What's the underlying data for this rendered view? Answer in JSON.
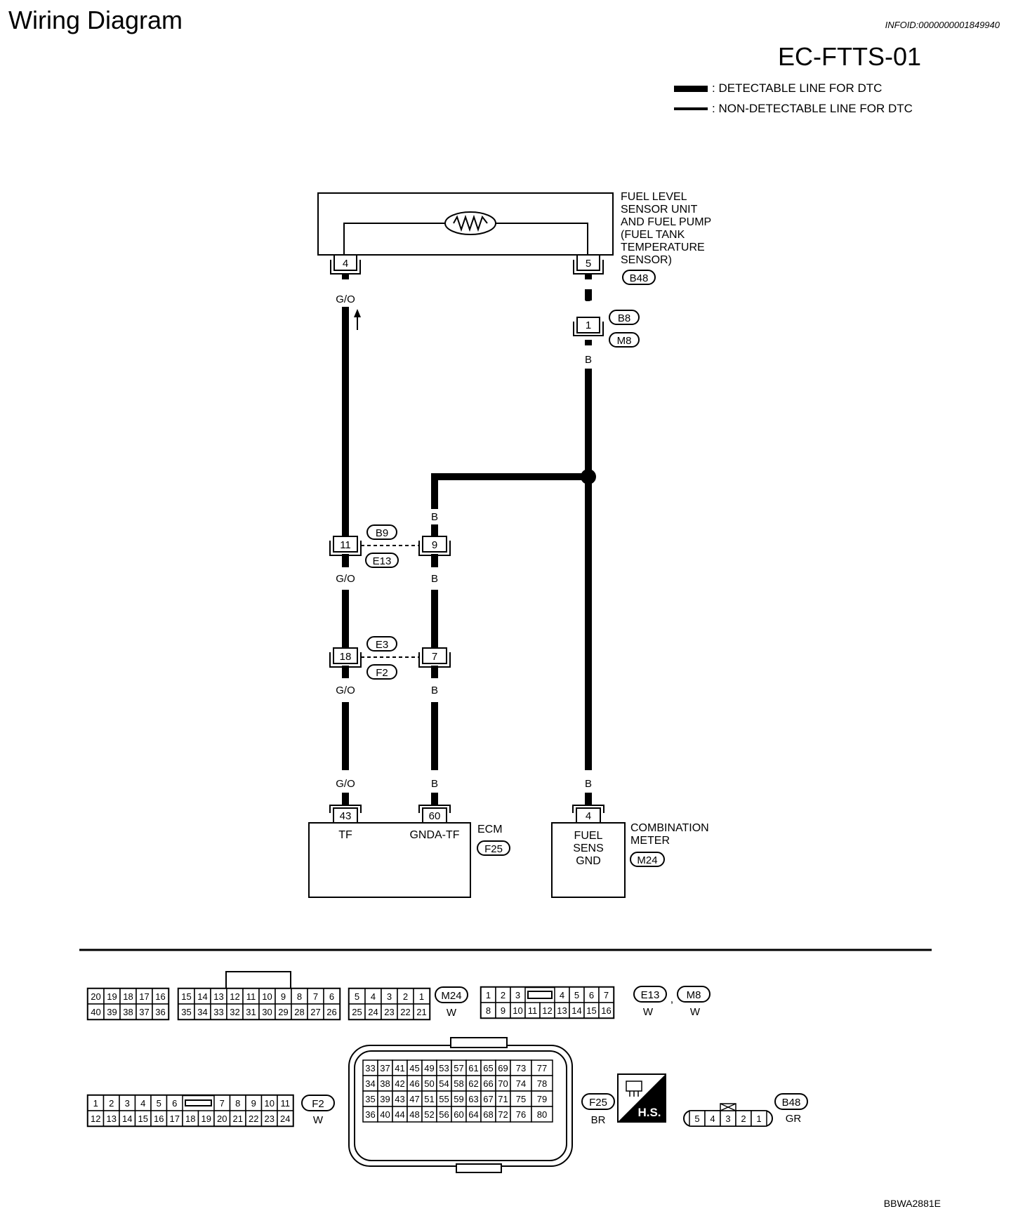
{
  "header": {
    "title": "Wiring Diagram",
    "info_id": "INFOID:0000000001849940",
    "diagram_code": "EC-FTTS-01"
  },
  "legend": {
    "detectable": ": DETECTABLE LINE FOR DTC",
    "non_detectable": ": NON-DETECTABLE LINE FOR DTC"
  },
  "components": {
    "fuel_sensor": {
      "label_lines": [
        "FUEL LEVEL",
        "SENSOR UNIT",
        "AND FUEL PUMP",
        "(FUEL TANK",
        "TEMPERATURE",
        "SENSOR)"
      ],
      "connector": "B48",
      "pins": [
        "4",
        "5"
      ]
    },
    "ecm": {
      "label": "ECM",
      "connector": "F25",
      "pins": [
        "43",
        "60"
      ],
      "terminals": [
        "TF",
        "GNDA-TF"
      ]
    },
    "combination_meter": {
      "label_lines": [
        "COMBINATION",
        "METER"
      ],
      "connector": "M24",
      "pin": "4",
      "terminal_lines": [
        "FUEL",
        "SENS",
        "GND"
      ]
    }
  },
  "joint_connectors": [
    {
      "top": "B8",
      "bottom": "M8",
      "pin": "1"
    },
    {
      "top": "B9",
      "bottom": "E13",
      "pins": [
        "11",
        "9"
      ]
    },
    {
      "top": "E3",
      "bottom": "F2",
      "pins": [
        "18",
        "7"
      ]
    }
  ],
  "wire_colors": {
    "go": "G/O",
    "b": "B"
  },
  "connector_faces": {
    "m24": {
      "id": "M24",
      "color": "W",
      "row1": [
        "20",
        "19",
        "18",
        "17",
        "16",
        "15",
        "14",
        "13",
        "12",
        "11",
        "10",
        "9",
        "8",
        "7",
        "6",
        "5",
        "4",
        "3",
        "2",
        "1"
      ],
      "row2": [
        "40",
        "39",
        "38",
        "37",
        "36",
        "35",
        "34",
        "33",
        "32",
        "31",
        "30",
        "29",
        "28",
        "27",
        "26",
        "25",
        "24",
        "23",
        "22",
        "21"
      ]
    },
    "e13_m8": {
      "ids": [
        "E13",
        "M8"
      ],
      "separator": ",",
      "colors": [
        "W",
        "W"
      ],
      "row1": [
        "1",
        "2",
        "3",
        "4",
        "5",
        "6",
        "7"
      ],
      "row2": [
        "8",
        "9",
        "10",
        "11",
        "12",
        "13",
        "14",
        "15",
        "16"
      ]
    },
    "f2": {
      "id": "F2",
      "color": "W",
      "row1": [
        "1",
        "2",
        "3",
        "4",
        "5",
        "6",
        "7",
        "8",
        "9",
        "10",
        "11"
      ],
      "row2": [
        "12",
        "13",
        "14",
        "15",
        "16",
        "17",
        "18",
        "19",
        "20",
        "21",
        "22",
        "23",
        "24"
      ]
    },
    "f25": {
      "id": "F25",
      "color": "BR",
      "rows": [
        [
          "33",
          "37",
          "41",
          "45",
          "49",
          "53",
          "57",
          "61",
          "65",
          "69",
          "73",
          "77"
        ],
        [
          "34",
          "38",
          "42",
          "46",
          "50",
          "54",
          "58",
          "62",
          "66",
          "70",
          "74",
          "78"
        ],
        [
          "35",
          "39",
          "43",
          "47",
          "51",
          "55",
          "59",
          "63",
          "67",
          "71",
          "75",
          "79"
        ],
        [
          "36",
          "40",
          "44",
          "48",
          "52",
          "56",
          "60",
          "64",
          "68",
          "72",
          "76",
          "80"
        ]
      ]
    },
    "hs": {
      "label": "H.S."
    },
    "b48": {
      "id": "B48",
      "color": "GR",
      "row": [
        "5",
        "4",
        "3",
        "2",
        "1"
      ]
    }
  },
  "footer": {
    "image_code": "BBWA2881E"
  }
}
